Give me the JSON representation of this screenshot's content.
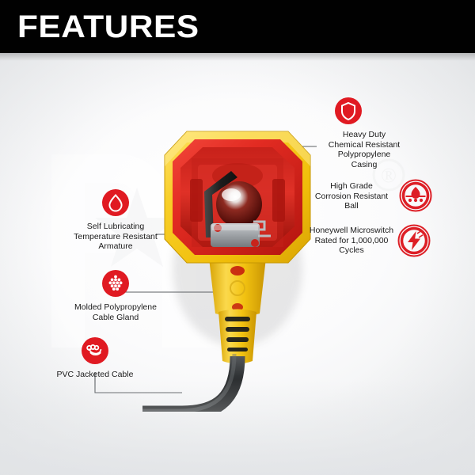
{
  "header": {
    "title": "FEATURES",
    "background_color": "#010101",
    "text_color": "#ffffff"
  },
  "theme": {
    "accent_red": "#e01a22",
    "icon_red": "#dd1f26",
    "product_yellow": "#f5c716",
    "product_red": "#e0261f",
    "cable_black": "#2f3133",
    "text_color": "#1b1b1b",
    "leader_line_color": "#5b5f63"
  },
  "watermark": {
    "letters": "PB",
    "registered_mark": "®",
    "color": "#ffffff",
    "description": "faint PB logo with star"
  },
  "product": {
    "name": "float-switch",
    "housing_shape": "octagon",
    "housing_color": "#f5c716",
    "interior_color": "#e0261f",
    "ball_color": "#7a1410",
    "microswitch_color": "#9a9da1",
    "armature_color": "#262626",
    "cable_color": "#2f3133",
    "gland_color": "#f5c716"
  },
  "features": [
    {
      "id": "heavy-duty-casing",
      "icon": "shield-icon",
      "icon_style": "solid",
      "text": "Heavy Duty\nChemical Resistant\nPolypropylene\nCasing",
      "align": "center",
      "side": "right"
    },
    {
      "id": "corrosion-resistant-ball",
      "icon": "corrosion-ball-icon",
      "icon_style": "ring",
      "text": "High Grade\nCorrosion Resistant\nBall",
      "align": "center",
      "side": "right"
    },
    {
      "id": "honeywell-microswitch",
      "icon": "lightning-bolt-icon",
      "icon_style": "ring",
      "text": "Honeywell Microswitch\nRated for 1,000,000\nCycles",
      "align": "center",
      "side": "right"
    },
    {
      "id": "self-lubricating-armature",
      "icon": "water-droplet-icon",
      "icon_style": "solid",
      "text": "Self Lubricating\nTemperature Resistant\nArmature",
      "align": "center",
      "side": "left"
    },
    {
      "id": "molded-cable-gland",
      "icon": "molecule-cluster-icon",
      "icon_style": "solid",
      "text": "Molded Polypropylene\nCable Gland",
      "align": "center",
      "side": "left"
    },
    {
      "id": "pvc-jacketed-cable",
      "icon": "coiled-cable-icon",
      "icon_style": "solid",
      "text": "PVC Jacketed Cable",
      "align": "center",
      "side": "left"
    }
  ]
}
